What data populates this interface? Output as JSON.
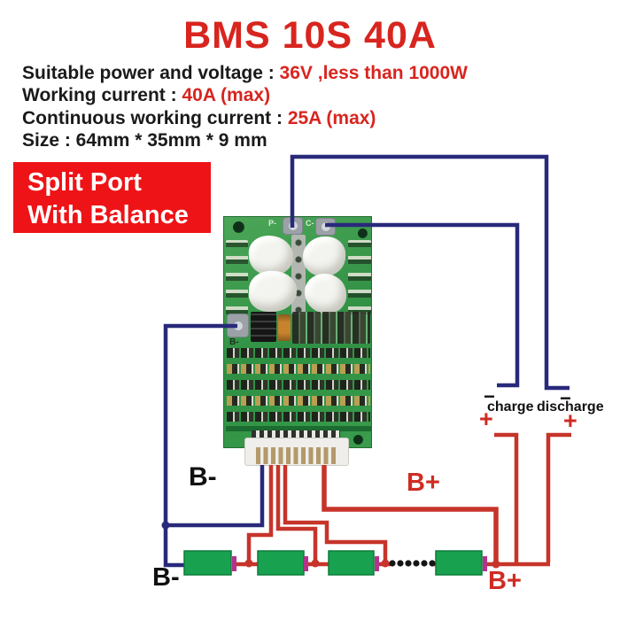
{
  "title": "BMS 10S  40A",
  "specs": {
    "line1_black": "Suitable power and voltage : ",
    "line1_red": "36V ,less than 1000W",
    "line2_black": "Working current : ",
    "line2_red": "40A (max)",
    "line3_black": "Continuous working current : ",
    "line3_red": "25A (max)",
    "line4_black": "Size : 64mm * 35mm * 9 mm"
  },
  "badge": {
    "line1": "Split Port",
    "line2": "With Balance"
  },
  "board_silk": {
    "pad1": "P-",
    "pad2": "C-",
    "b_minus": "B-"
  },
  "diagram": {
    "label_b_minus_wire": "B-",
    "label_b_minus_pack": "B-",
    "label_b_plus_wire": "B+",
    "label_b_plus_pack": "B+",
    "label_charge": "charge",
    "label_discharge": "discharge",
    "charge_minus": "−",
    "charge_plus": "+",
    "discharge_minus": "−",
    "discharge_plus": "+"
  },
  "colors": {
    "accent_red_text": "#d8251f",
    "badge_red": "#ee1317",
    "wire_red": "#c6342a",
    "wire_blue": "#29297b",
    "battery_green": "#18a24f",
    "terminal_magenta": "#b5338f",
    "pcb_green": "#3a9c4c"
  }
}
